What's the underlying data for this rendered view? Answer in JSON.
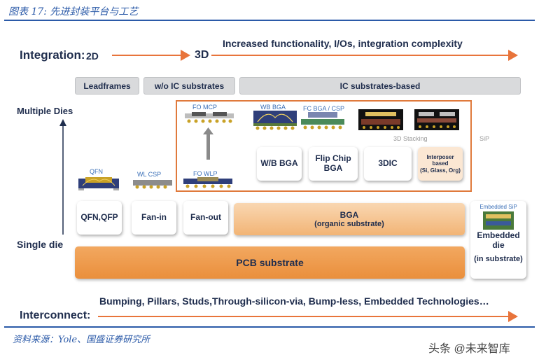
{
  "caption": "图表 17: 先进封装平台与工艺",
  "integration": {
    "label": "Integration:",
    "from": "2D",
    "to": "3D",
    "description": "Increased functionality, I/Os, integration complexity"
  },
  "dies": {
    "multiple": "Multiple Dies",
    "single": "Single die"
  },
  "substrate_headers": {
    "leadframes": "Leadframes",
    "wo_ic": "w/o IC substrates",
    "ic_based": "IC substrates-based"
  },
  "packages": {
    "qfn": "QFN",
    "wl_csp": "WL CSP",
    "fo_mcp": "FO MCP",
    "fo_wlp": "FO WLP",
    "wb_bga": "WB BGA",
    "fc_bga_csp": "FC BGA / CSP",
    "stacking": "3D Stacking",
    "sip": "SiP",
    "embedded_sip": "Embedded SiP"
  },
  "cards": {
    "qfn_qfp": "QFN,QFP",
    "fan_in": "Fan-in",
    "fan_out": "Fan-out",
    "wb_bga": "W/B BGA",
    "flip_chip_bga": [
      "Flip Chip",
      "BGA"
    ],
    "dic": "3DIC",
    "interposer": [
      "Interposer",
      "based",
      "(Si, Glass, Org)"
    ],
    "bga": "BGA",
    "bga_sub": "(organic substrate)",
    "pcb": "PCB substrate",
    "embedded_die": [
      "Embedded",
      "die",
      "(in substrate)"
    ]
  },
  "interconnect": {
    "label": "Interconnect:",
    "description": "Bumping, Pillars, Studs,Through-silicon-via, Bump-less, Embedded Technologies…"
  },
  "source": "资料来源：Yole、国盛证券研究所",
  "watermark": "头条 @未来智库",
  "colors": {
    "accent_blue": "#2b5aa8",
    "arrow_orange": "#e8743b",
    "frame_orange": "#e07a3c",
    "bar_orange": "#f2b475",
    "navy": "#1f2d4d"
  }
}
